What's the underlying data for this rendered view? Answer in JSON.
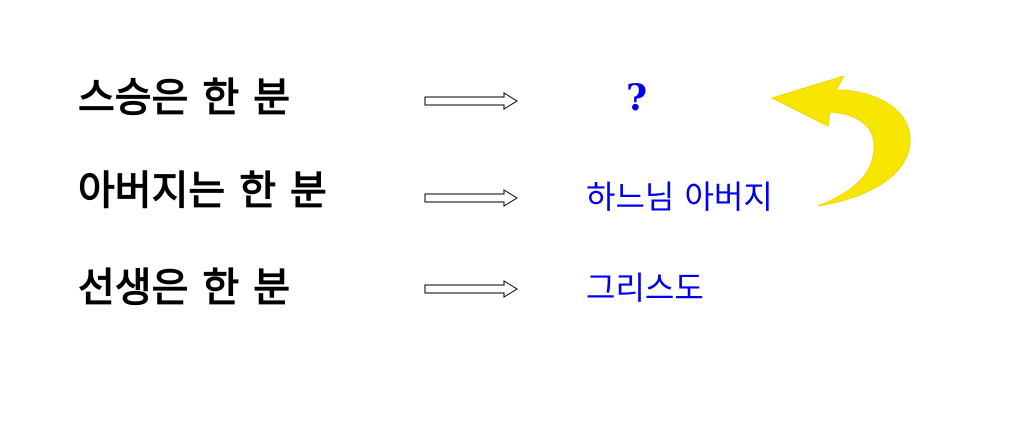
{
  "rows": [
    {
      "subject": "스승은",
      "highlight_1": "한",
      "highlight_2": "분",
      "answer": "?"
    },
    {
      "subject": "아버지는",
      "highlight_1": "한",
      "highlight_2": "분",
      "answer": "하느님 아버지"
    },
    {
      "subject": "선생은",
      "highlight_1": "한",
      "highlight_2": "분",
      "answer": "그리스도"
    }
  ],
  "colors": {
    "highlight": "#f7e600",
    "answer_text": "#0000ee",
    "curved_arrow": "#f7e600"
  },
  "icons": {
    "row_arrow": "double-line-right-arrow",
    "curved_arrow": "curved-yellow-arrow"
  }
}
